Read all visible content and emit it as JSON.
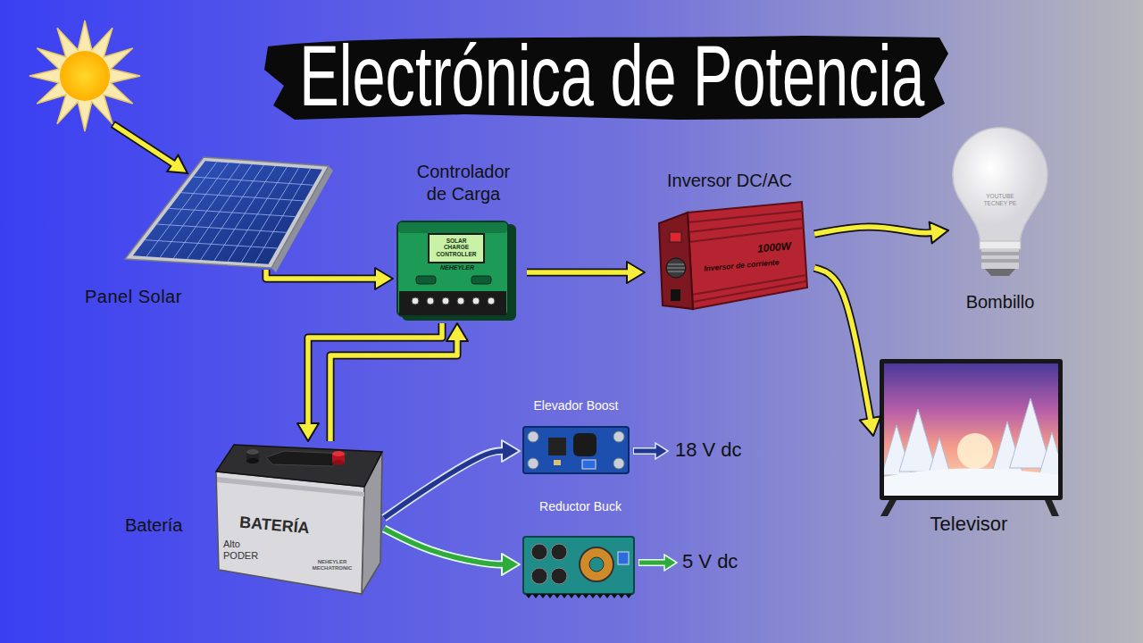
{
  "diagram": {
    "title": "Electrónica de Potencia",
    "nodes": [
      {
        "text": [
          "Panel Solar"
        ]
      },
      {
        "text": [
          "Controlador de Carga",
          "SOLAR CHARGE CONTROLLER",
          "NEHEYLER"
        ]
      },
      {
        "text": [
          "Inversor DC/AC",
          "1000W",
          "Inversor de corriente"
        ]
      },
      {
        "text": [
          "Bombillo",
          "YOUTUBE TECNEY PE"
        ]
      },
      {
        "text": [
          "Televisor"
        ]
      },
      {
        "text": [
          "Batería",
          "BATERÍA",
          "Alto PODER",
          "NEHEYLER MECHATRONIC"
        ]
      },
      {
        "text": [
          "Elevador Boost"
        ]
      },
      {
        "text": [
          "Reductor Buck"
        ]
      }
    ],
    "edges": [
      {
        "from": 0,
        "to": 1,
        "arrow": "to"
      },
      {
        "from": 1,
        "to": 2,
        "arrow": "to"
      },
      {
        "from": 2,
        "to": 3,
        "arrow": "to"
      },
      {
        "from": 2,
        "to": 4,
        "arrow": "to"
      },
      {
        "from": 1,
        "to": 5,
        "arrow": "to"
      },
      {
        "from": 5,
        "to": 1,
        "arrow": "to"
      },
      {
        "from": 5,
        "to": 6,
        "arrow": "to"
      },
      {
        "from": 5,
        "to": 7,
        "arrow": "to"
      }
    ],
    "labels": [
      "18 V dc",
      "5 V dc"
    ]
  }
}
